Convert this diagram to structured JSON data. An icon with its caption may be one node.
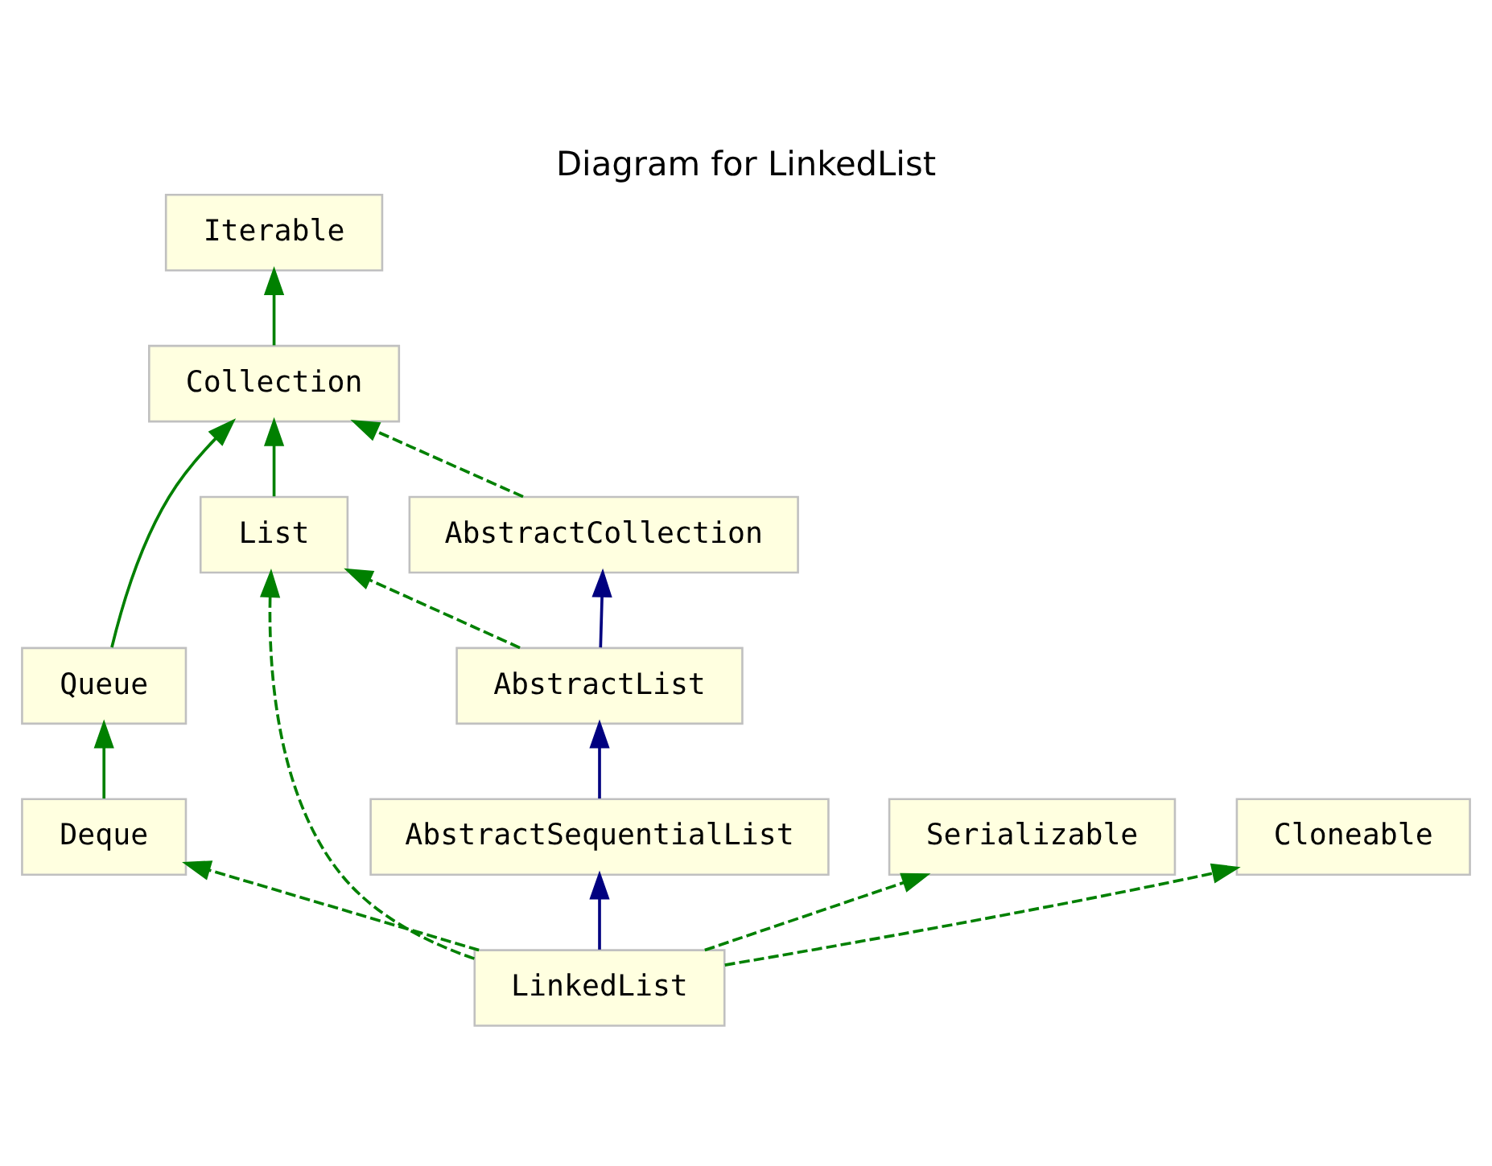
{
  "diagram": {
    "title": "Diagram for LinkedList",
    "nodes": [
      {
        "text": [
          "Iterable"
        ]
      },
      {
        "text": [
          "Collection"
        ]
      },
      {
        "text": [
          "AbstractCollection"
        ]
      },
      {
        "text": [
          "List"
        ]
      },
      {
        "text": [
          "Queue"
        ]
      },
      {
        "text": [
          "AbstractList"
        ]
      },
      {
        "text": [
          "Deque"
        ]
      },
      {
        "text": [
          "AbstractSequentialList"
        ]
      },
      {
        "text": [
          "Serializable"
        ]
      },
      {
        "text": [
          "Cloneable"
        ]
      },
      {
        "text": [
          "LinkedList"
        ]
      }
    ],
    "edges": [
      {
        "from": 1,
        "to": 0,
        "arrow": "to"
      },
      {
        "from": 2,
        "to": 1,
        "arrow": "to",
        "style": "dashed"
      },
      {
        "from": 3,
        "to": 1,
        "arrow": "to"
      },
      {
        "from": 4,
        "to": 1,
        "arrow": "to"
      },
      {
        "from": 5,
        "to": 2,
        "arrow": "to",
        "color": "#000080"
      },
      {
        "from": 5,
        "to": 3,
        "arrow": "to",
        "style": "dashed"
      },
      {
        "from": 6,
        "to": 4,
        "arrow": "to"
      },
      {
        "from": 7,
        "to": 5,
        "arrow": "to",
        "color": "#000080"
      },
      {
        "from": 10,
        "to": 7,
        "arrow": "to",
        "color": "#000080"
      },
      {
        "from": 10,
        "to": 3,
        "arrow": "to",
        "style": "dashed"
      },
      {
        "from": 10,
        "to": 6,
        "arrow": "to",
        "style": "dashed"
      },
      {
        "from": 10,
        "to": 8,
        "arrow": "to",
        "style": "dashed"
      },
      {
        "from": 10,
        "to": 9,
        "arrow": "to",
        "style": "dashed"
      }
    ]
  }
}
